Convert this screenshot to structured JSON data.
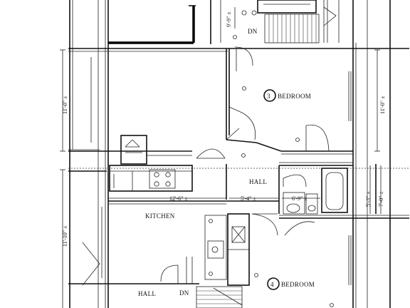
{
  "rooms": {
    "bedroom3": "BEDROOM",
    "bedroom3_number": "3",
    "bedroom4": "BEDROOM",
    "bedroom4_number": "4",
    "kitchen": "KITCHEN",
    "hall_center": "HALL",
    "hall_bottom": "HALL"
  },
  "stairs": {
    "top_dn": "DN",
    "bottom_dn": "DN"
  },
  "dimensions": {
    "d1": "9'-9\" ±",
    "d2": "11'-0\" ±",
    "d3": "11'-0\" ±",
    "d4": "12'-6\" ±",
    "d5": "5'-4\" ±",
    "d6": "6'-9\" ±",
    "d7": "5'-3\" ±",
    "d8": "7'-0\" ±",
    "d9": "11'-10\" ±"
  }
}
